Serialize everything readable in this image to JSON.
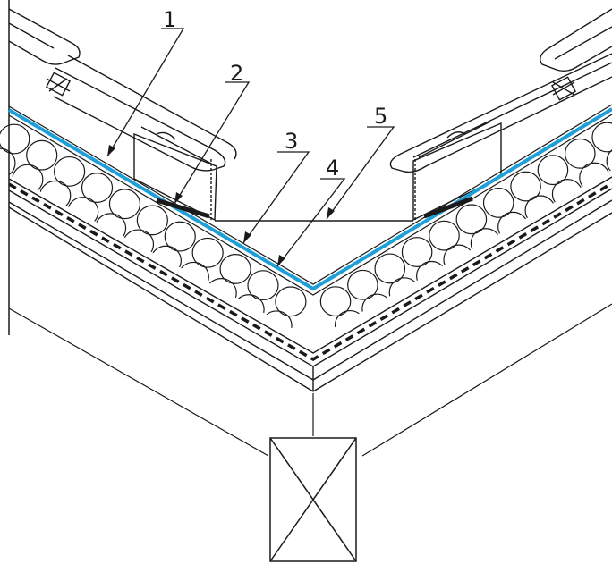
{
  "callouts": [
    {
      "id": "1",
      "label": "1"
    },
    {
      "id": "2",
      "label": "2"
    },
    {
      "id": "3",
      "label": "3"
    },
    {
      "id": "4",
      "label": "4"
    },
    {
      "id": "5",
      "label": "5"
    }
  ],
  "colors": {
    "line": "#1a1a1a",
    "membrane": "#1e9fd8",
    "background": "#ffffff"
  },
  "icons": [
    "section-cross-icon",
    "insulation-pattern-icon"
  ]
}
